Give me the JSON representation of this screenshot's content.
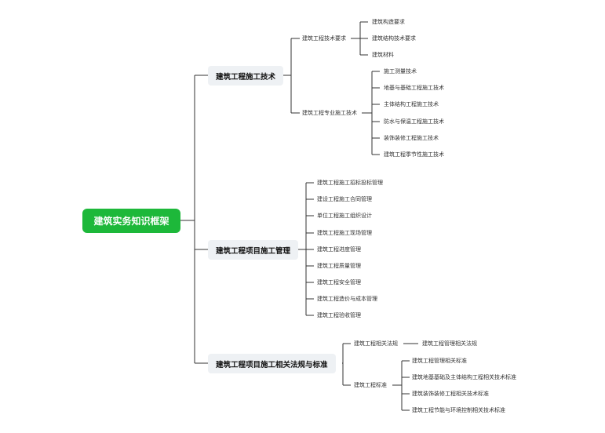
{
  "colors": {
    "root_bg": "#1db83a",
    "branch_bg": "#eef1f4",
    "line": "#333333"
  },
  "root": {
    "label": "建筑实务知识框架"
  },
  "branches": [
    {
      "label": "建筑工程施工技术",
      "children": [
        {
          "label": "建筑工程技术要求",
          "children": [
            "建筑构造要求",
            "建筑结构技术要求",
            "建筑材料"
          ]
        },
        {
          "label": "建筑工程专业施工技术",
          "children": [
            "施工测量技术",
            "地基与基础工程施工技术",
            "主体结构工程施工技术",
            "防水与保温工程施工技术",
            "装饰装修工程施工技术",
            "建筑工程季节性施工技术"
          ]
        }
      ]
    },
    {
      "label": "建筑工程项目施工管理",
      "children": [
        "建筑工程施工招标投标管理",
        "建设工程施工合同管理",
        "单位工程施工组织设计",
        "建筑工程施工现场管理",
        "建筑工程进度管理",
        "建筑工程质量管理",
        "建筑工程安全管理",
        "建筑工程造价与成本管理",
        "建筑工程验收管理"
      ]
    },
    {
      "label": "建筑工程项目施工相关法规与标准",
      "children": [
        {
          "label": "建筑工程相关法规",
          "children": [
            "建筑工程管理相关法规"
          ]
        },
        {
          "label": "建筑工程标准",
          "children": [
            "建筑工程管理相关标准",
            "建筑地基基础及主体结构工程相关技术标准",
            "建筑装饰装修工程相关技术标准",
            "建筑工程节能与环境控制相关技术标准"
          ]
        }
      ]
    }
  ]
}
